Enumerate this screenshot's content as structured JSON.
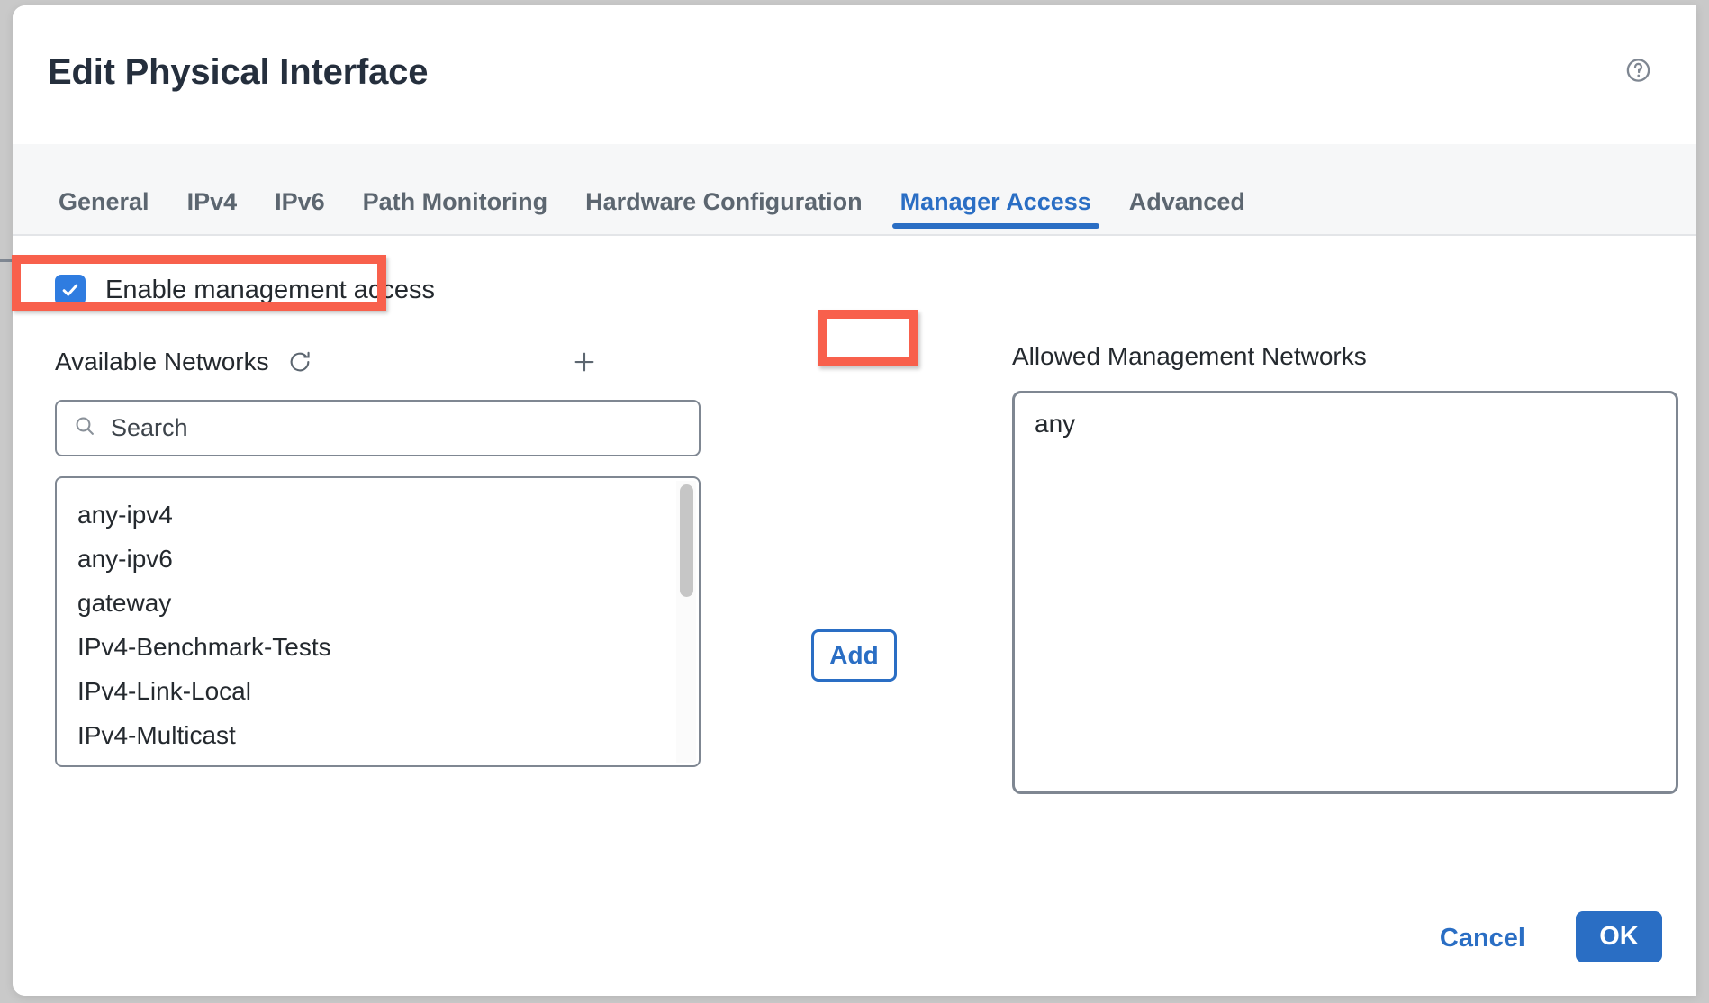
{
  "dialog": {
    "title": "Edit Physical Interface",
    "help_icon": "help-circle-icon"
  },
  "tabs": [
    {
      "label": "General",
      "active": false
    },
    {
      "label": "IPv4",
      "active": false
    },
    {
      "label": "IPv6",
      "active": false
    },
    {
      "label": "Path Monitoring",
      "active": false
    },
    {
      "label": "Hardware Configuration",
      "active": false
    },
    {
      "label": "Manager Access",
      "active": true
    },
    {
      "label": "Advanced",
      "active": false
    }
  ],
  "manager_access": {
    "enable_checkbox": {
      "label": "Enable management access",
      "checked": true
    },
    "available": {
      "label": "Available Networks",
      "refresh_icon": "refresh-icon",
      "add_new_icon": "plus-icon",
      "search_placeholder": "Search",
      "search_value": "",
      "items": [
        "any-ipv4",
        "any-ipv6",
        "gateway",
        "IPv4-Benchmark-Tests",
        "IPv4-Link-Local",
        "IPv4-Multicast"
      ]
    },
    "add_button_label": "Add",
    "allowed": {
      "label": "Allowed Management Networks",
      "items": [
        "any"
      ]
    }
  },
  "footer": {
    "cancel_label": "Cancel",
    "ok_label": "OK"
  },
  "colors": {
    "accent_blue": "#2a6ec4",
    "checkbox_blue": "#2f7ce0",
    "annotation_red": "#f8604c",
    "border_gray": "#7f8792",
    "text_dark": "#24292e",
    "tab_gray": "#5c6670",
    "page_bg": "#c9c9c9"
  }
}
